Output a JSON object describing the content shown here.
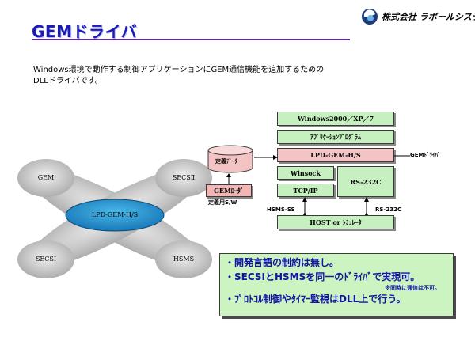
{
  "header": {
    "title": "GEMドライバ",
    "company": "株式会社 ラボールシステム"
  },
  "description": {
    "line1": "Windows環境で動作する制御アプリケーションにGEM通信機能を追加するための",
    "line2": "DLLドライバです。"
  },
  "left_diagram": {
    "center": "LPD-GEM-H/S",
    "top_left": "GEM",
    "top_right": "SECSⅡ",
    "bottom_left": "SECSⅠ",
    "bottom_right": "HSMS"
  },
  "arch": {
    "os": "Windows2000／XP／7",
    "app": "ｱﾌﾟﾘｹｰｼｮﾝﾌﾟﾛｸﾞﾗﾑ",
    "driver": "LPD-GEM-H/S",
    "driver_note": "GEMﾄﾞﾗｲﾊﾞ",
    "winsock": "Winsock",
    "tcpip": "TCP/IP",
    "rs232c": "RS-232C",
    "host": "HOST or ｼﾐｭﾚｰﾀ",
    "hsms_ss": "HSMS-SS",
    "rs232c_link": "RS-232C",
    "def_data": "定義ﾃﾞｰﾀ",
    "gem_loader": "GEMﾛｰﾀﾞ",
    "def_sw": "定義用S/W"
  },
  "notes": {
    "line1": "・開発言語の制約は無し。",
    "line2": "・SECSⅠとHSMSを同一のﾄﾞﾗｲﾊﾞで実現可。",
    "sub": "※同時に通信は不可。",
    "line3": "・ﾌﾟﾛﾄｺﾙ制御やﾀｲﾏｰ監視はDLL上で行う。"
  },
  "colors": {
    "title": "#1a1ab8",
    "green_box": "#c6f0c0",
    "pink_box": "#f4c4c4",
    "ellipse_center": "#1e90c8",
    "note_text": "#1414a8"
  }
}
